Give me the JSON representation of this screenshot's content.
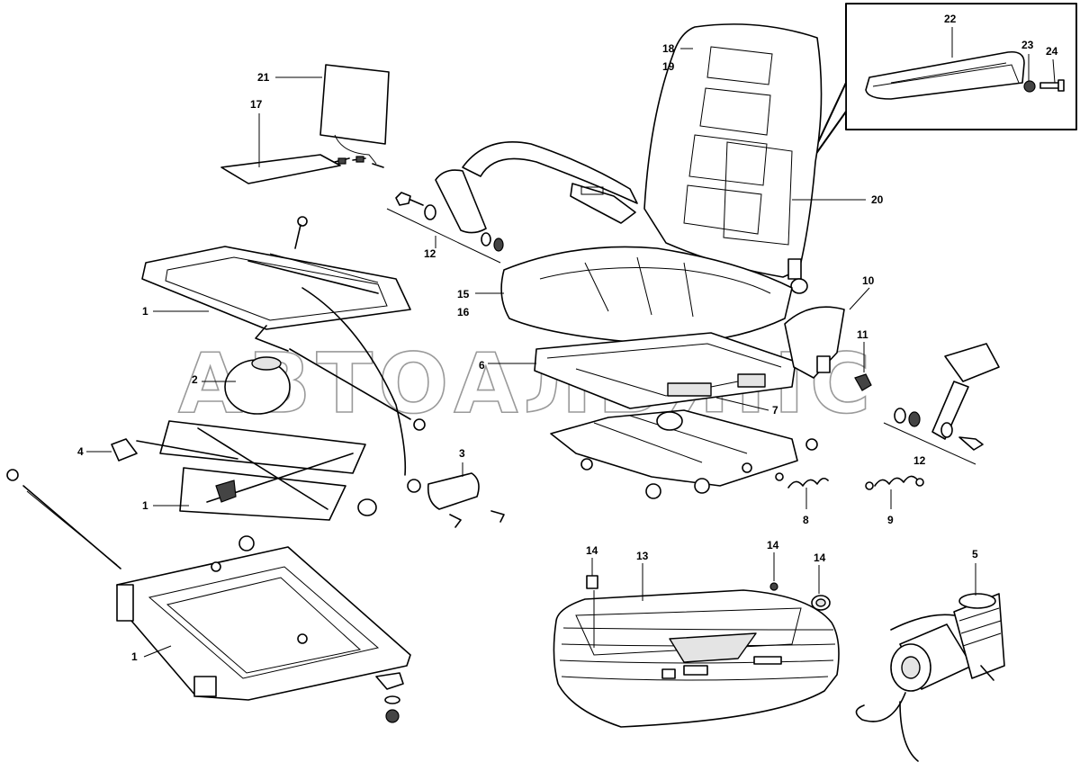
{
  "watermark": "АВТОАЛЬЯНС",
  "callouts": {
    "c1a": "1",
    "c1b": "1",
    "c1c": "1",
    "c2": "2",
    "c3": "3",
    "c4": "4",
    "c5": "5",
    "c6": "6",
    "c7": "7",
    "c8": "8",
    "c9": "9",
    "c10": "10",
    "c11": "11",
    "c12a": "12",
    "c12b": "12",
    "c13": "13",
    "c14a": "14",
    "c14b": "14",
    "c14c": "14",
    "c15": "15",
    "c16": "16",
    "c17": "17",
    "c18": "18",
    "c19": "19",
    "c20": "20",
    "c21": "21",
    "c22": "22",
    "c23": "23",
    "c24": "24"
  }
}
